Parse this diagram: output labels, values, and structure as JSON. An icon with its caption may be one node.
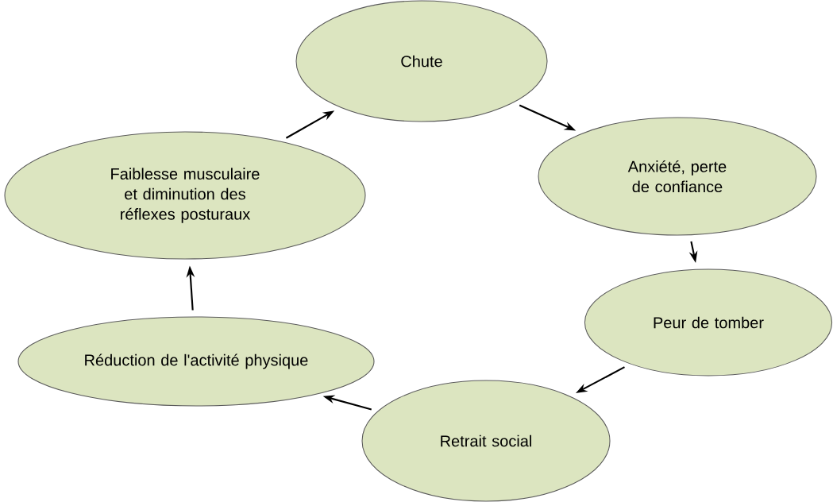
{
  "diagram": {
    "nodes": [
      {
        "text": [
          "Chute"
        ]
      },
      {
        "text": [
          "Anxiété, perte de confiance"
        ]
      },
      {
        "text": [
          "Peur de tomber"
        ]
      },
      {
        "text": [
          "Retrait social"
        ]
      },
      {
        "text": [
          "Réduction de l'activité physique"
        ]
      },
      {
        "text": [
          "Faiblesse musculaire et diminution des réflexes posturaux"
        ]
      }
    ],
    "edges": [
      {
        "from": 0,
        "to": 1,
        "arrow": "to"
      },
      {
        "from": 1,
        "to": 2,
        "arrow": "to"
      },
      {
        "from": 2,
        "to": 3,
        "arrow": "to"
      },
      {
        "from": 3,
        "to": 4,
        "arrow": "to"
      },
      {
        "from": 4,
        "to": 5,
        "arrow": "to"
      },
      {
        "from": 5,
        "to": 0,
        "arrow": "to"
      }
    ]
  }
}
